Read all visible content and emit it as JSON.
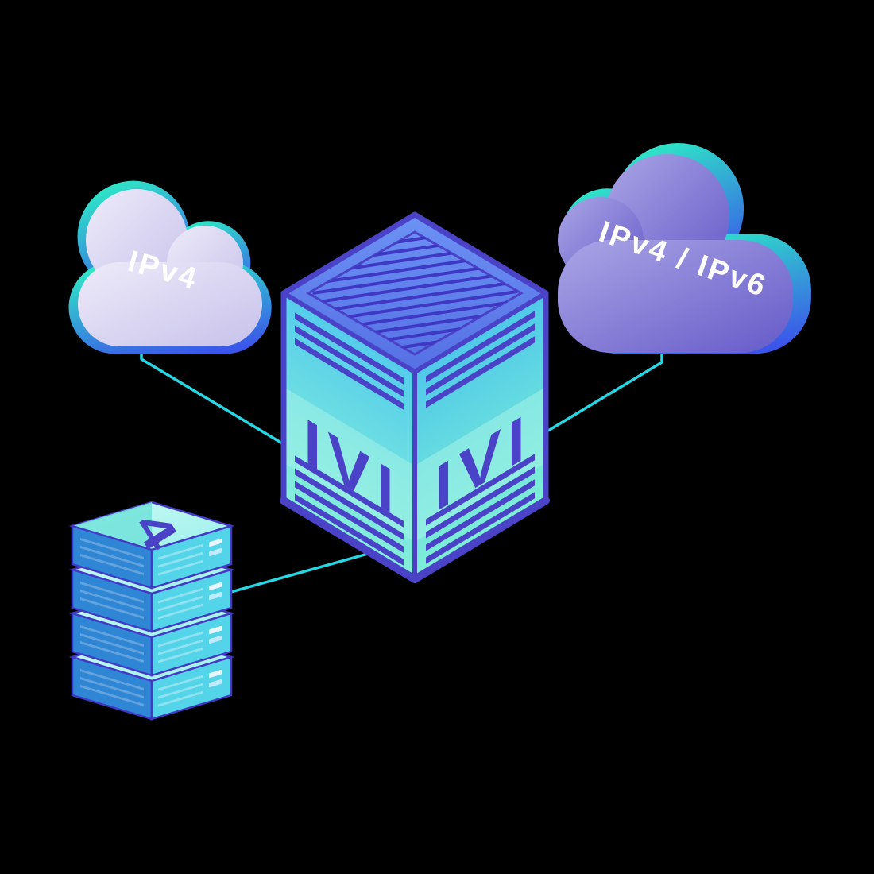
{
  "diagram": {
    "ipv4_cloud": {
      "label": "IPv4"
    },
    "dual_stack_cloud": {
      "label": "IPv4 / IPv6"
    },
    "translator_box": {
      "front_left_label": "IVI",
      "front_right_label": "IVI"
    },
    "server_stack": {
      "top_label": "4"
    },
    "colors": {
      "background": "#000000",
      "connector": "#27d6e4",
      "indigo_ink": "#4a43c8",
      "teal_accent": "#2ee9c6",
      "blue_accent": "#3b55ea",
      "cloud_left_fill": "#d9d5f0",
      "cloud_right_fill": "#8c86d8",
      "box_face_teal": "#7fe9d9",
      "label_text": "#ffffff"
    }
  }
}
